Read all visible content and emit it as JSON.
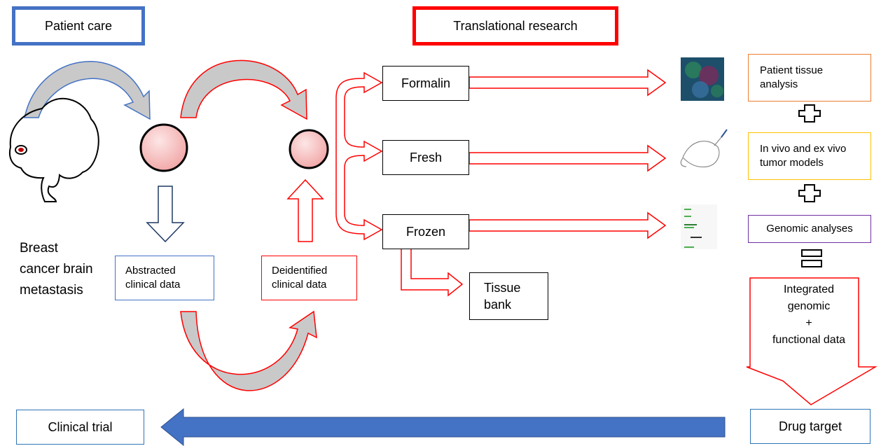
{
  "headers": {
    "patient_care": "Patient care",
    "translational_research": "Translational research"
  },
  "left": {
    "breast_label": "Breast\ncancer brain\nmetastasis",
    "abstracted": "Abstracted\nclinical data",
    "deidentified": "Deidentified\nclinical data"
  },
  "samples": {
    "formalin": "Formalin",
    "fresh": "Fresh",
    "frozen": "Frozen",
    "tissue_bank": "Tissue\nbank"
  },
  "right": {
    "patient_tissue": "Patient tissue\nanalysis",
    "models": "In vivo and ex vivo\ntumor models",
    "genomic": "Genomic analyses",
    "integrated": "Integrated\ngenomic\n+\nfunctional data"
  },
  "bottom": {
    "drug_target": "Drug target",
    "clinical_trial": "Clinical trial"
  },
  "colors": {
    "blue": "#4472c4",
    "red": "#ff0000",
    "orange": "#ed7d31",
    "yellow": "#ffc000",
    "purple": "#7030a0",
    "gray": "#c9c9c9",
    "teal": "#2e75b6"
  }
}
